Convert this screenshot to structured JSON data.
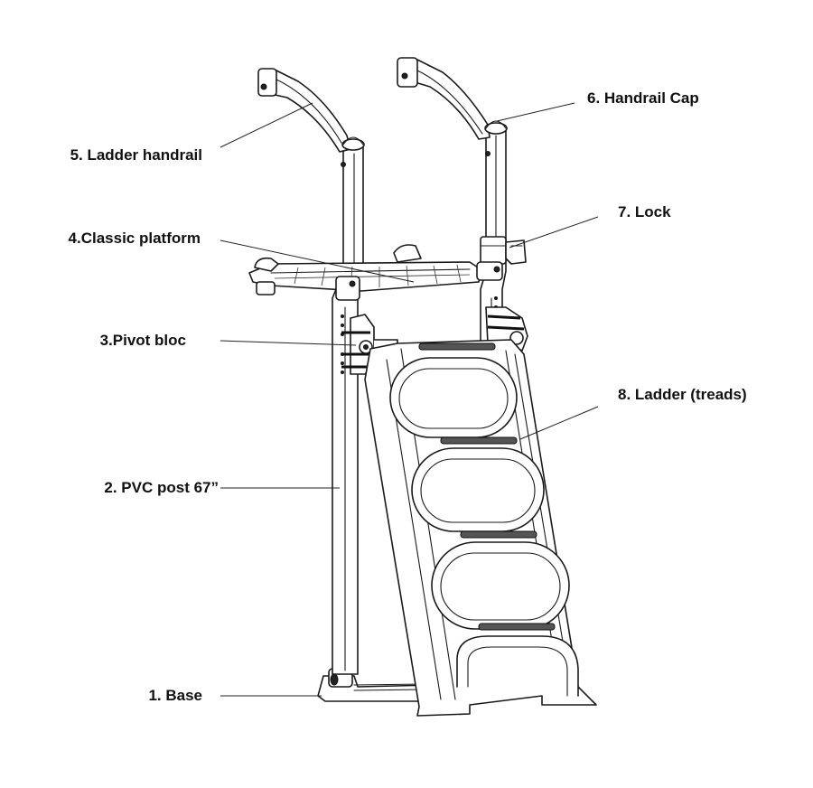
{
  "labels": {
    "base": "1. Base",
    "post": "2. PVC post 67”",
    "pivot": "3.Pivot bloc",
    "platform": "4.Classic platform",
    "handrail": "5. Ladder handrail",
    "cap": "6. Handrail Cap",
    "lock": "7. Lock",
    "treads": "8. Ladder (treads)"
  }
}
